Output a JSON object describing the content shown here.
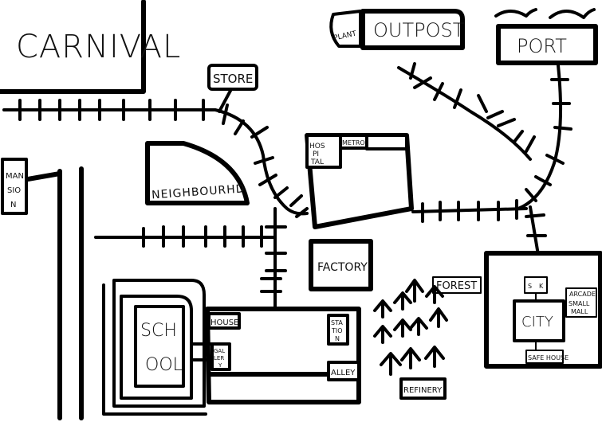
{
  "map": {
    "labels": {
      "carnival": "CARNIVAL",
      "plant": "PLANT",
      "outpost": "OUTPOST",
      "port": "PORT",
      "store": "STORE",
      "mansion_1": "MAN",
      "mansion_2": "SIO",
      "mansion_3": "N",
      "neighbourhood": "NEIGHBOURHD",
      "hospital_1": "HOS",
      "hospital_2": "PI",
      "hospital_3": "TAL",
      "metro": "METRO",
      "factory": "FACTORY",
      "forest": "FOREST",
      "school_1": "SCH",
      "school_2": "OOL",
      "house": "HOUSE",
      "gallery_1": "GAL",
      "gallery_2": "LER",
      "gallery_3": "Y",
      "station_1": "STA",
      "station_2": "TIO",
      "station_3": "N",
      "alley": "ALLEY",
      "refinery": "REFINERY",
      "city": "CITY",
      "arcade": "ARCADE",
      "small_mall_1": "SMALL",
      "small_mall_2": "MALL",
      "safe_house": "SAFE HOUSE",
      "city_top_1": "S",
      "city_top_2": "K"
    }
  }
}
